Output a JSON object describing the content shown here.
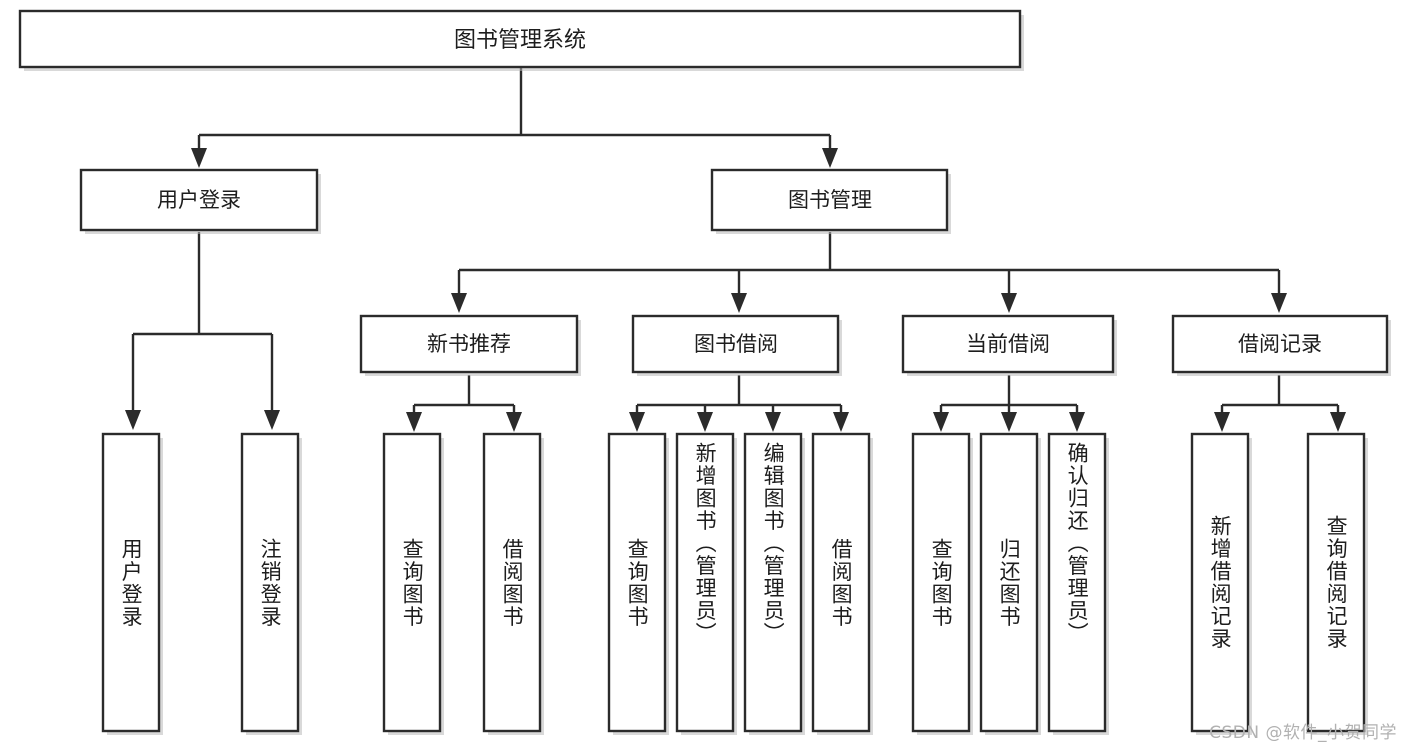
{
  "diagram": {
    "type": "tree-hierarchy",
    "title": "图书管理系统",
    "orientation": "top-down",
    "colors": {
      "box_stroke": "#2b2b2b",
      "box_fill": "#ffffff",
      "connector": "#2b2b2b",
      "text": "#1d1d1d",
      "background": "#ffffff",
      "watermark": "#b1b1b1"
    },
    "levels": {
      "root": {
        "label": "图书管理系统"
      },
      "level2": [
        {
          "id": "user-login",
          "label": "用户登录"
        },
        {
          "id": "book-management",
          "label": "图书管理"
        }
      ],
      "level3": [
        {
          "id": "new-book-recommend",
          "label": "新书推荐",
          "parent": "book-management"
        },
        {
          "id": "book-borrow",
          "label": "图书借阅",
          "parent": "book-management"
        },
        {
          "id": "current-borrow",
          "label": "当前借阅",
          "parent": "book-management"
        },
        {
          "id": "borrow-record",
          "label": "借阅记录",
          "parent": "book-management"
        }
      ],
      "leaves": [
        {
          "id": "leaf-user-login",
          "label": "用户登录",
          "parent": "user-login"
        },
        {
          "id": "leaf-logout-login",
          "label": "注销登录",
          "parent": "user-login"
        },
        {
          "id": "leaf-query-book-1",
          "label": "查询图书",
          "parent": "new-book-recommend"
        },
        {
          "id": "leaf-borrow-book-1",
          "label": "借阅图书",
          "parent": "new-book-recommend"
        },
        {
          "id": "leaf-query-book-2",
          "label": "查询图书",
          "parent": "book-borrow"
        },
        {
          "id": "leaf-add-book",
          "label": "新增图书（管理员）",
          "parent": "book-borrow"
        },
        {
          "id": "leaf-edit-book",
          "label": "编辑图书（管理员）",
          "parent": "book-borrow"
        },
        {
          "id": "leaf-borrow-book-2",
          "label": "借阅图书",
          "parent": "book-borrow"
        },
        {
          "id": "leaf-query-book-3",
          "label": "查询图书",
          "parent": "current-borrow"
        },
        {
          "id": "leaf-return-book",
          "label": "归还图书",
          "parent": "current-borrow"
        },
        {
          "id": "leaf-confirm-return",
          "label": "确认归还（管理员）",
          "parent": "current-borrow"
        },
        {
          "id": "leaf-add-record",
          "label": "新增借阅记录",
          "parent": "borrow-record"
        },
        {
          "id": "leaf-query-record",
          "label": "查询借阅记录",
          "parent": "borrow-record"
        }
      ]
    }
  },
  "watermark": {
    "text": "CSDN @软件_小贺同学"
  }
}
